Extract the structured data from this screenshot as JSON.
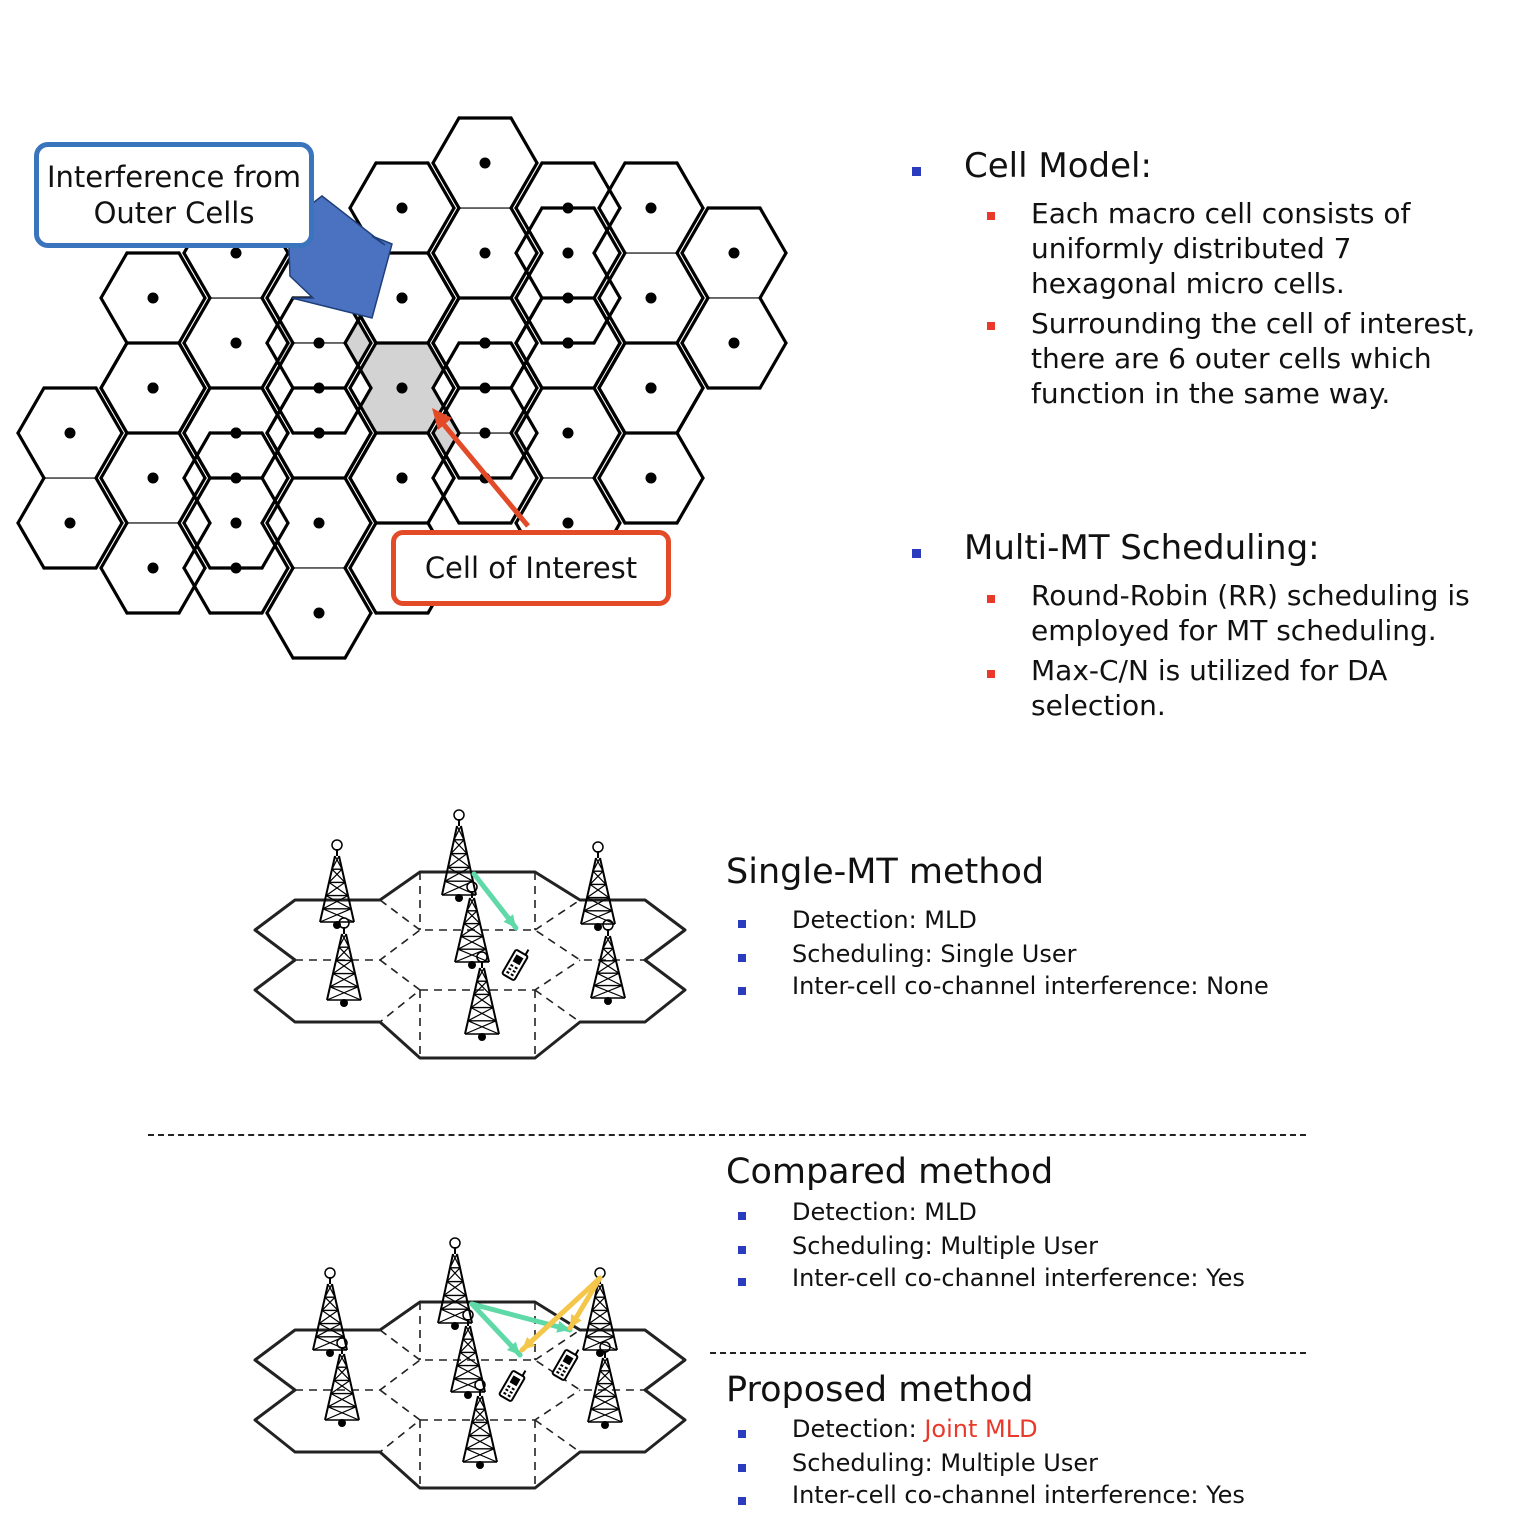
{
  "hex_diagram": {
    "callout_interference": "Interference from Outer Cells",
    "callout_cell_of_interest": "Cell of Interest",
    "colors": {
      "interference_blue": "#4a72c0",
      "interest_red": "#e24a28",
      "interest_fill": "#d3d3d3"
    }
  },
  "cell_model": {
    "heading": "Cell Model:",
    "items": [
      "Each macro cell consists of uniformly distributed 7 hexagonal micro cells.",
      "Surrounding the cell of interest, there are 6 outer cells which function in the same way."
    ]
  },
  "scheduling": {
    "heading": "Multi-MT Scheduling:",
    "items": [
      "Round-Robin (RR) scheduling is employed for MT scheduling.",
      "Max-C/N is utilized for DA selection."
    ]
  },
  "single_mt": {
    "title": "Single-MT method",
    "detection": "Detection: MLD",
    "scheduling": "Scheduling: Single User",
    "interference": "Inter-cell co-channel interference: None"
  },
  "compared": {
    "title": "Compared method",
    "detection": "Detection: MLD",
    "scheduling": "Scheduling: Multiple User",
    "interference": "Inter-cell co-channel interference: Yes"
  },
  "proposed": {
    "title": "Proposed method",
    "detection_prefix": "Detection: ",
    "detection_highlight": "Joint MLD",
    "scheduling": "Scheduling: Multiple User",
    "interference": "Inter-cell co-channel interference: Yes"
  },
  "link_colors": {
    "green": "#5fd9a8",
    "yellow": "#f4c64a"
  }
}
